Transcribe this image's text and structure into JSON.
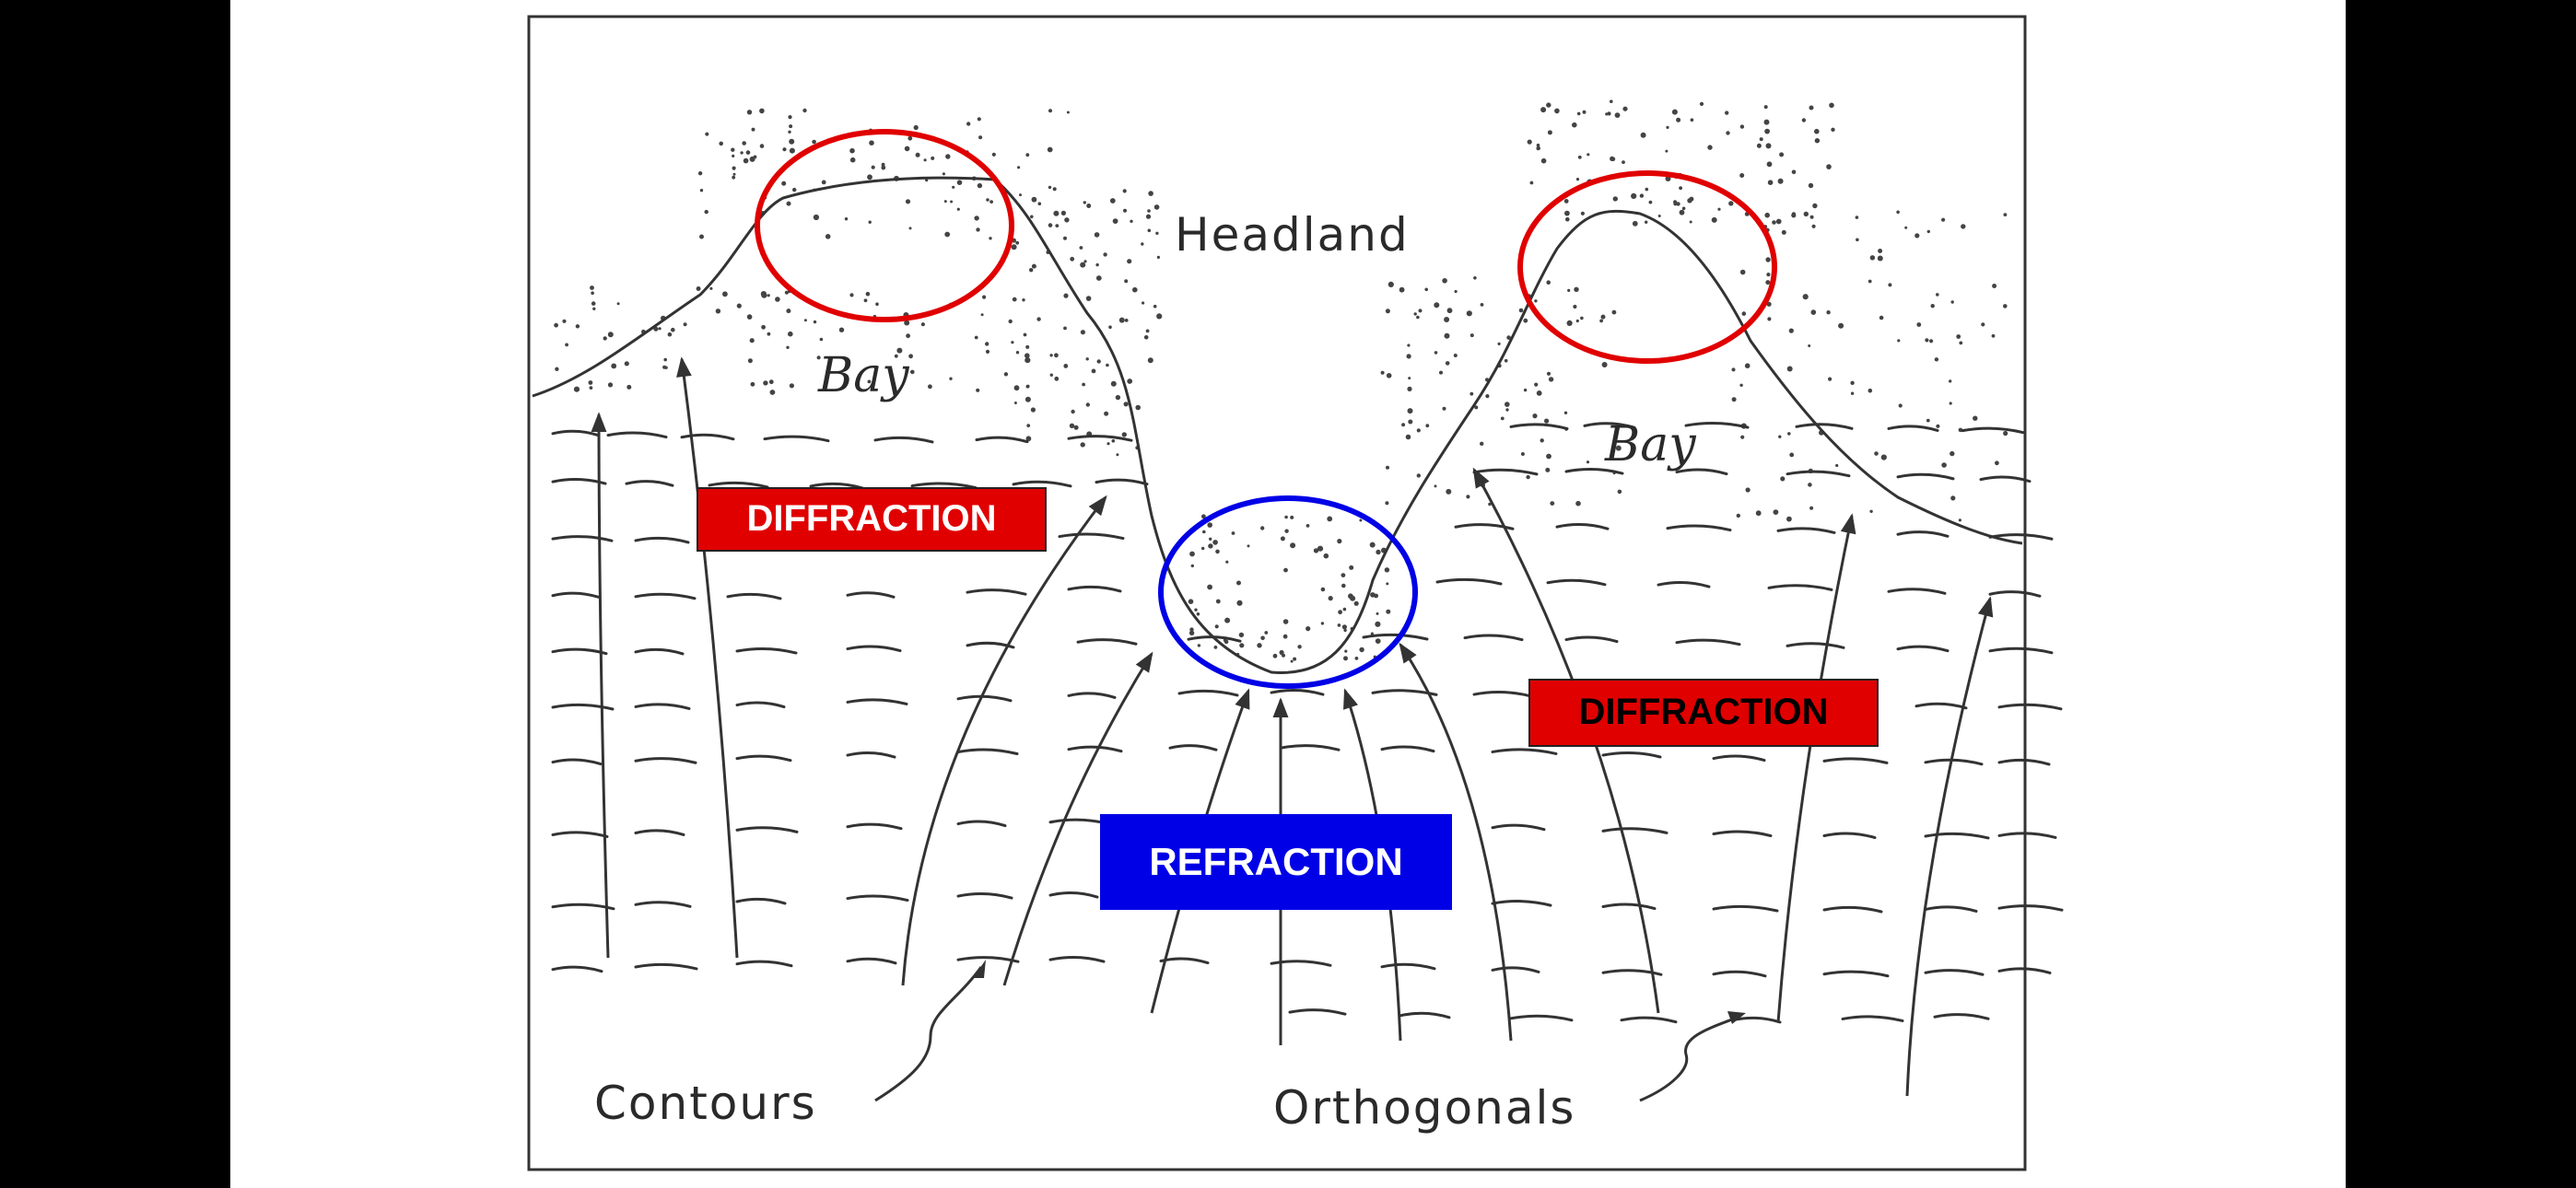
{
  "labels": {
    "headland": "Headland",
    "bay_left": "Bay",
    "bay_right": "Bay",
    "contours": "Contours",
    "orthogonals": "Orthogonals"
  },
  "annotations": {
    "diffraction_left": "DIFFRACTION",
    "diffraction_right": "DIFFRACTION",
    "refraction": "REFRACTION"
  },
  "colors": {
    "background": "#000000",
    "diffraction": "#e00000",
    "refraction": "#0000e6",
    "ink": "#2a2a2a"
  }
}
